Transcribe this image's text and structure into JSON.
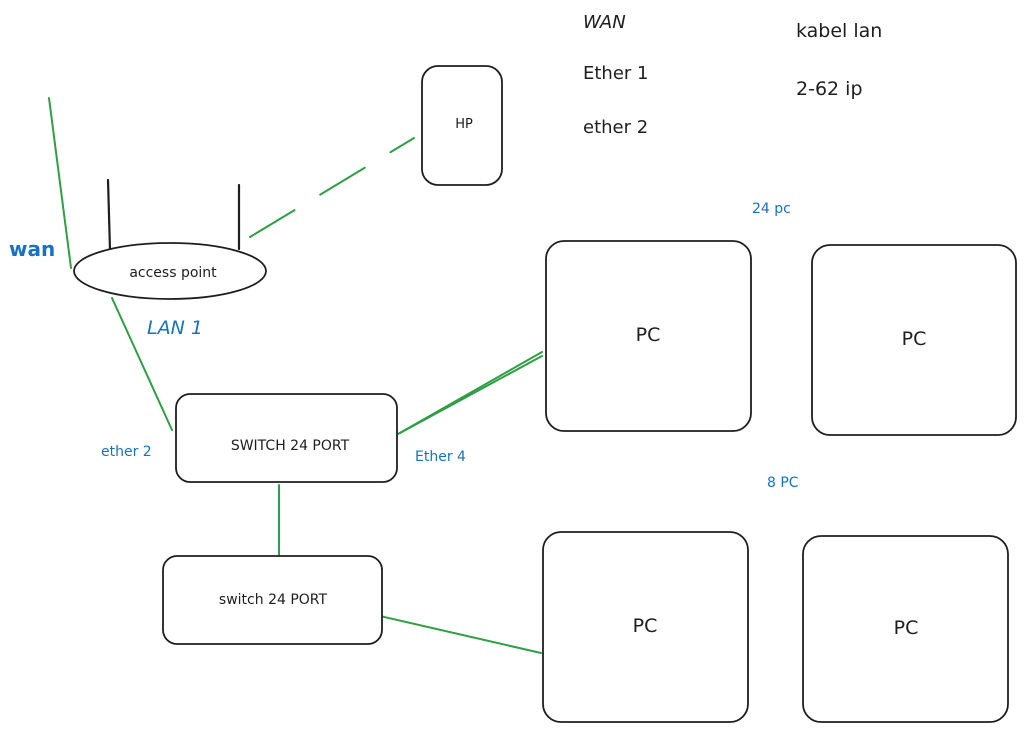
{
  "nodes": {
    "access_point": "access point",
    "hp": "HP",
    "switch_main": "SWITCH 24 PORT",
    "switch_second": "switch 24 PORT",
    "pc_top_left": "PC",
    "pc_top_right": "PC",
    "pc_bottom_left": "PC",
    "pc_bottom_right": "PC"
  },
  "port_labels": {
    "wan": "wan",
    "lan1": "LAN 1",
    "ether2": "ether 2",
    "ether4": "Ether 4"
  },
  "group_labels": {
    "top": "24 pc",
    "bottom": "8 PC"
  },
  "notes": {
    "interfaces": [
      "WAN",
      "Ether 1",
      "ether 2"
    ],
    "cable": "kabel lan",
    "ip_range": "2-62 ip"
  },
  "colors": {
    "wire": "#2f9e44",
    "accent_text": "#1971c2",
    "stroke": "#1e1e1e"
  }
}
